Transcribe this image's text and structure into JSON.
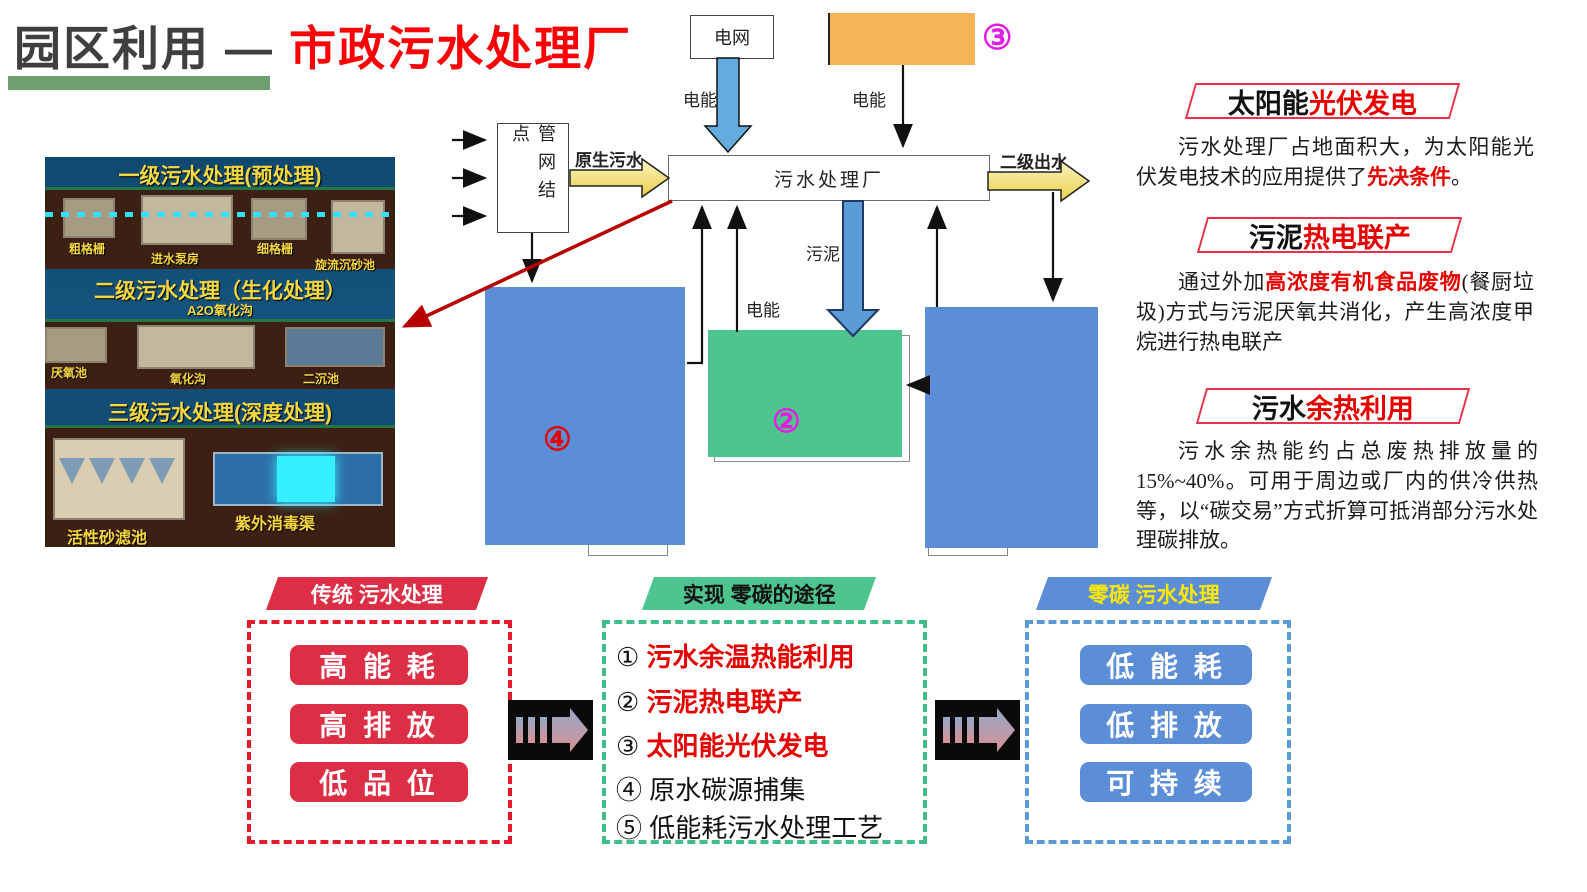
{
  "title": {
    "prefix": "园区利用 —",
    "highlight": "市政污水处理厂"
  },
  "photo": {
    "stage1": {
      "title": "一级污水处理(预处理)",
      "labels": [
        "粗格栅",
        "进水泵房",
        "细格栅",
        "旋流沉砂池"
      ]
    },
    "stage2": {
      "title": "二级污水处理（生化处理）",
      "subtitle": "A2O氧化沟",
      "labels": [
        "厌氧池",
        "氧化沟",
        "二沉池"
      ]
    },
    "stage3": {
      "title": "三级污水处理(深度处理)",
      "labels": [
        "活性砂滤池",
        "紫外消毒渠"
      ]
    }
  },
  "diagram": {
    "grid": "电网",
    "marker3": "③",
    "elec_left": "电能",
    "elec_right": "电能",
    "pipe_node": "管网结点",
    "raw_sewage": "原生污水",
    "plant": "污水处理厂",
    "effluent": "二级出水",
    "sludge": "污泥",
    "elec_mid": "电能",
    "marker4": "④",
    "marker2": "②"
  },
  "panel": {
    "sections": [
      {
        "title_black": "太阳能",
        "title_red": "光伏发电",
        "body_pre": "污水处理厂占地面积大，为太阳能光伏发电技术的应用提供了",
        "body_red": "先决条件",
        "body_post": "。"
      },
      {
        "title_black": "污泥",
        "title_red": "热电联产",
        "body_pre": "通过外加",
        "body_red": "高浓度有机食品废物",
        "body_post": "(餐厨垃圾)方式与污泥厌氧共消化，产生高浓度甲烷进行热电联产"
      },
      {
        "title_black": "污水",
        "title_red": "余热利用",
        "body_pre": "污水余热能约占总废热排放量的15%~40%。可用于周边或厂内的供冷供热等，以“碳交易”方式折算可抵消部分污水处理碳排放。",
        "body_red": "",
        "body_post": ""
      }
    ]
  },
  "bottom": {
    "traditional": {
      "header": "传统 污水处理",
      "pills": [
        "高 能 耗",
        "高 排 放",
        "低 品 位"
      ]
    },
    "pathways": {
      "header": "实现 零碳的途径",
      "items": [
        {
          "num": "①",
          "text": "污水余温热能利用"
        },
        {
          "num": "②",
          "text": "污泥热电联产"
        },
        {
          "num": "③",
          "text": "太阳能光伏发电"
        },
        {
          "num": "④",
          "text": "原水碳源捕集"
        },
        {
          "num": "⑤",
          "text": "低能耗污水处理工艺"
        }
      ]
    },
    "zero": {
      "header": "零碳 污水处理",
      "pills": [
        "低 能 耗",
        "低 排 放",
        "可 持 续"
      ]
    }
  },
  "colors": {
    "title_red": "#fb0207",
    "green_bar": "#6fa170",
    "accent_red": "#e8192c",
    "box_blue": "#5b8ed6",
    "box_green": "#4ec48e",
    "box_orange": "#f6b459",
    "marker_magenta": "#e41ce4",
    "marker_red": "#e60000",
    "arrow_yellow": "#e9cf4a",
    "arrow_blue": "#5b9bd5",
    "red_line": "#b80000",
    "pill_red": "#dc2e44",
    "zero_header_text": "#ffe800"
  }
}
